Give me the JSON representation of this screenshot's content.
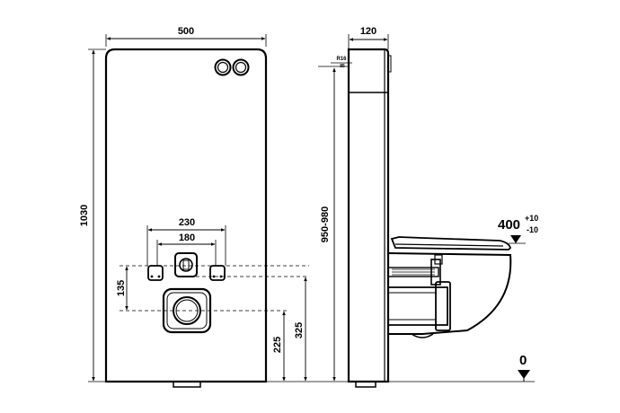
{
  "dimensions": {
    "width_front": "500",
    "depth_side": "120",
    "height_total": "1030",
    "mount_height": "950-980",
    "bolt_spacing_outer": "230",
    "bolt_spacing_inner": "180",
    "bolt_height": "135",
    "drain_height": "225",
    "inlet_height": "325",
    "radius_label": "R16",
    "radius_sub": "85",
    "seat_height": "400",
    "seat_tol_plus": "+10",
    "seat_tol_minus": "-10",
    "floor_level": "0"
  },
  "colors": {
    "line": "#000000",
    "background": "#ffffff"
  }
}
